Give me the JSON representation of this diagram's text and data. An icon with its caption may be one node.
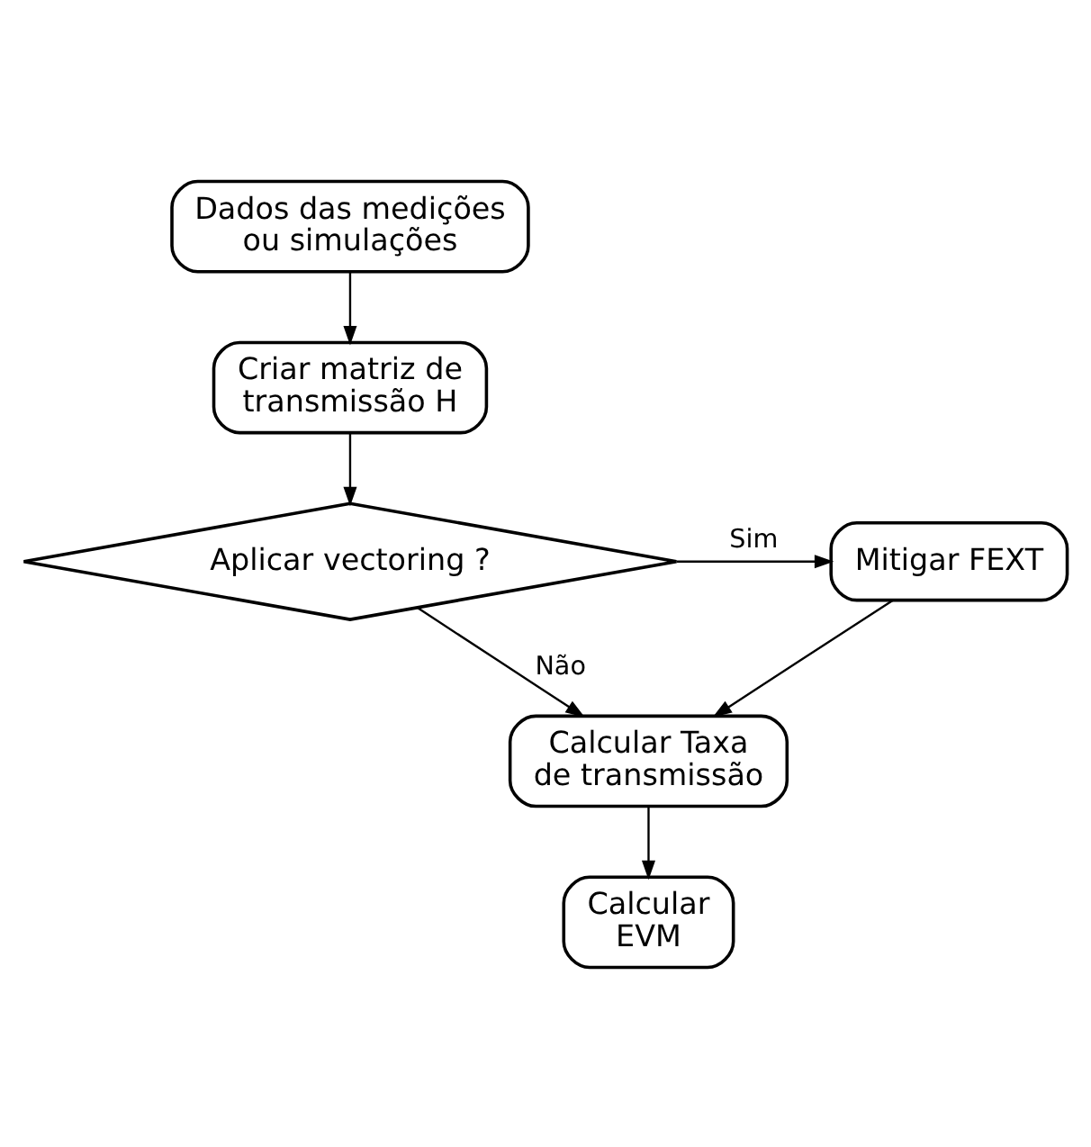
{
  "diagram": {
    "nodes": [
      {
        "text": [
          "Dados das medições ou simulações"
        ]
      },
      {
        "text": [
          "Criar matriz de transmissão H"
        ]
      },
      {
        "text": [
          "Aplicar vectoring ?"
        ]
      },
      {
        "text": [
          "Mitigar FEXT"
        ]
      },
      {
        "text": [
          "Calcular Taxa de transmissão"
        ]
      },
      {
        "text": [
          "Calcular EVM"
        ]
      }
    ],
    "edges": [
      {
        "from": 0,
        "to": 1,
        "arrow": "to"
      },
      {
        "from": 1,
        "to": 2,
        "arrow": "to"
      },
      {
        "from": 2,
        "to": 3,
        "arrow": "to",
        "label": "Sim"
      },
      {
        "from": 2,
        "to": 4,
        "arrow": "to",
        "label": "Não"
      },
      {
        "from": 3,
        "to": 4,
        "arrow": "to"
      },
      {
        "from": 4,
        "to": 5,
        "arrow": "to"
      }
    ]
  }
}
